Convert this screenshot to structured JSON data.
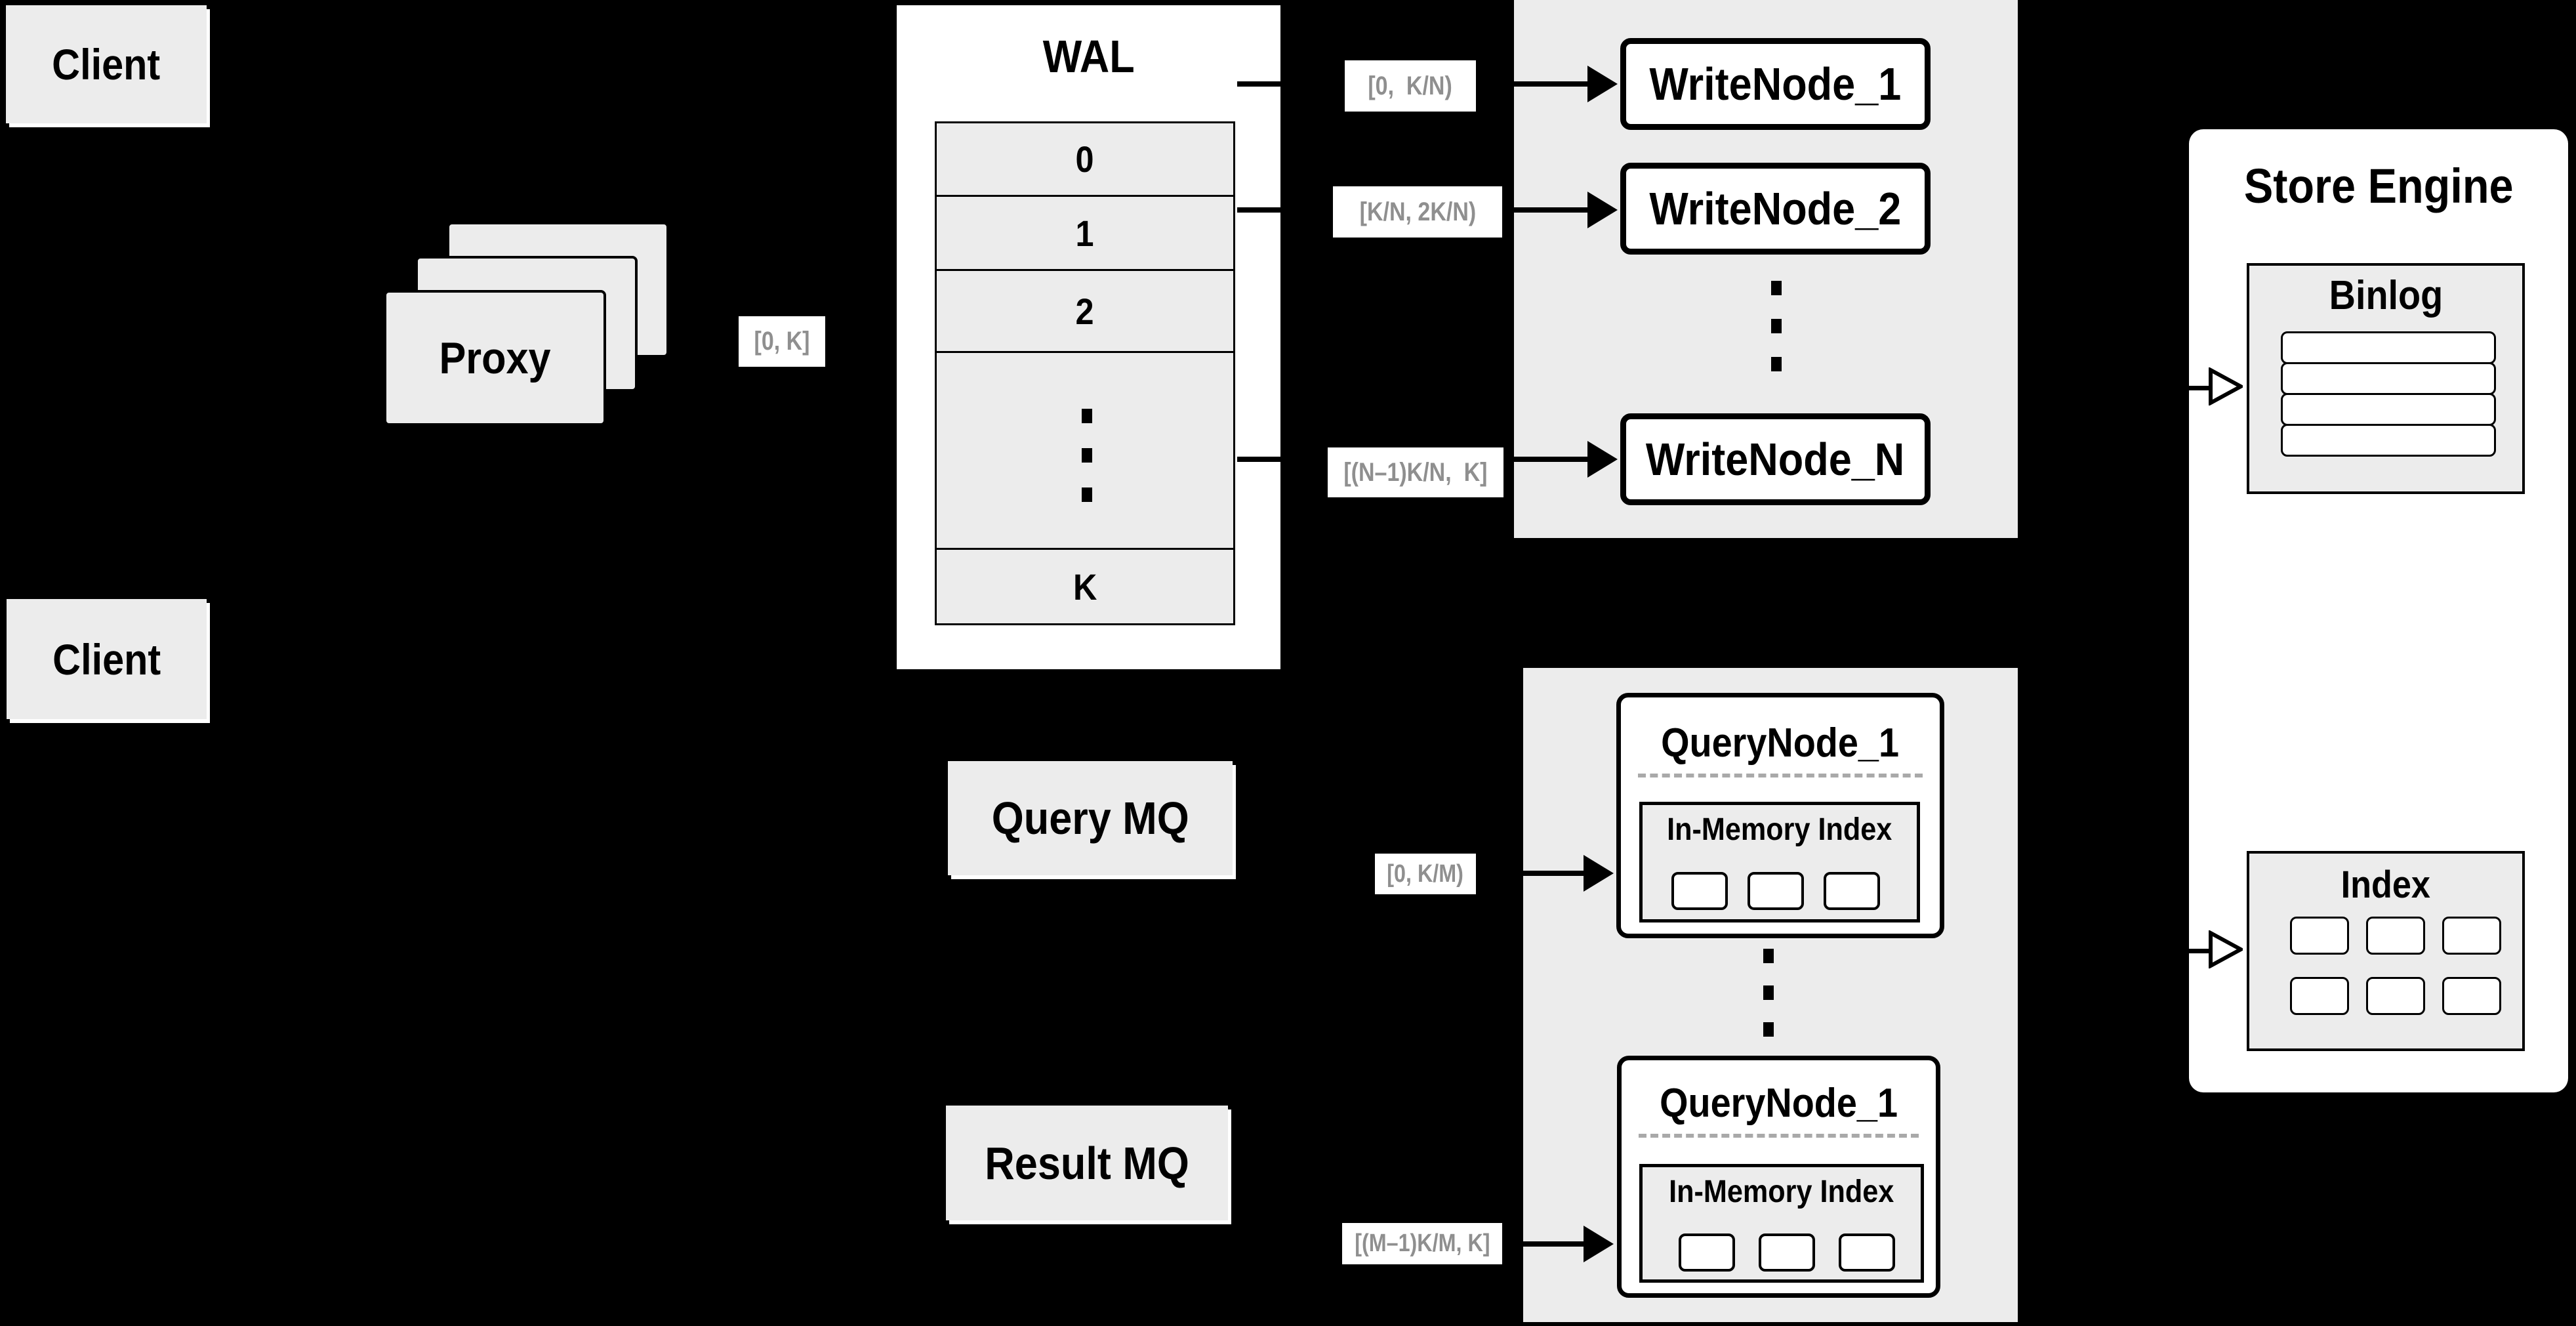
{
  "colors": {
    "background": "#000000",
    "panel_gray": "#ececec",
    "box_white": "#ffffff",
    "line_black": "#000000",
    "chip_text_gray": "#8f8f8f",
    "dash_gray": "#a9a9a9"
  },
  "clients": {
    "top": "Client",
    "bottom": "Client"
  },
  "proxy": {
    "label": "Proxy"
  },
  "chips": {
    "proxy_out": "[0, K]",
    "write_1": "[0,  K/N)",
    "write_2": "[K/N, 2K/N)",
    "write_n": "[(N–1)K/N,  K]",
    "query_1": "[0, K/M)",
    "query_m": "[(M–1)K/M, K]"
  },
  "wal": {
    "title": "WAL",
    "segments": [
      "0",
      "1",
      "2",
      "K"
    ]
  },
  "write_nodes": {
    "node_1": "WriteNode_1",
    "node_2": "WriteNode_2",
    "node_n": "WriteNode_N"
  },
  "mq": {
    "query": "Query MQ",
    "result": "Result MQ"
  },
  "query_nodes": {
    "top": {
      "title": "QueryNode_1",
      "index_label": "In-Memory Index"
    },
    "bottom": {
      "title": "QueryNode_1",
      "index_label": "In-Memory Index"
    }
  },
  "store_engine": {
    "title": "Store Engine",
    "binlog_label": "Binlog",
    "index_label": "Index"
  }
}
